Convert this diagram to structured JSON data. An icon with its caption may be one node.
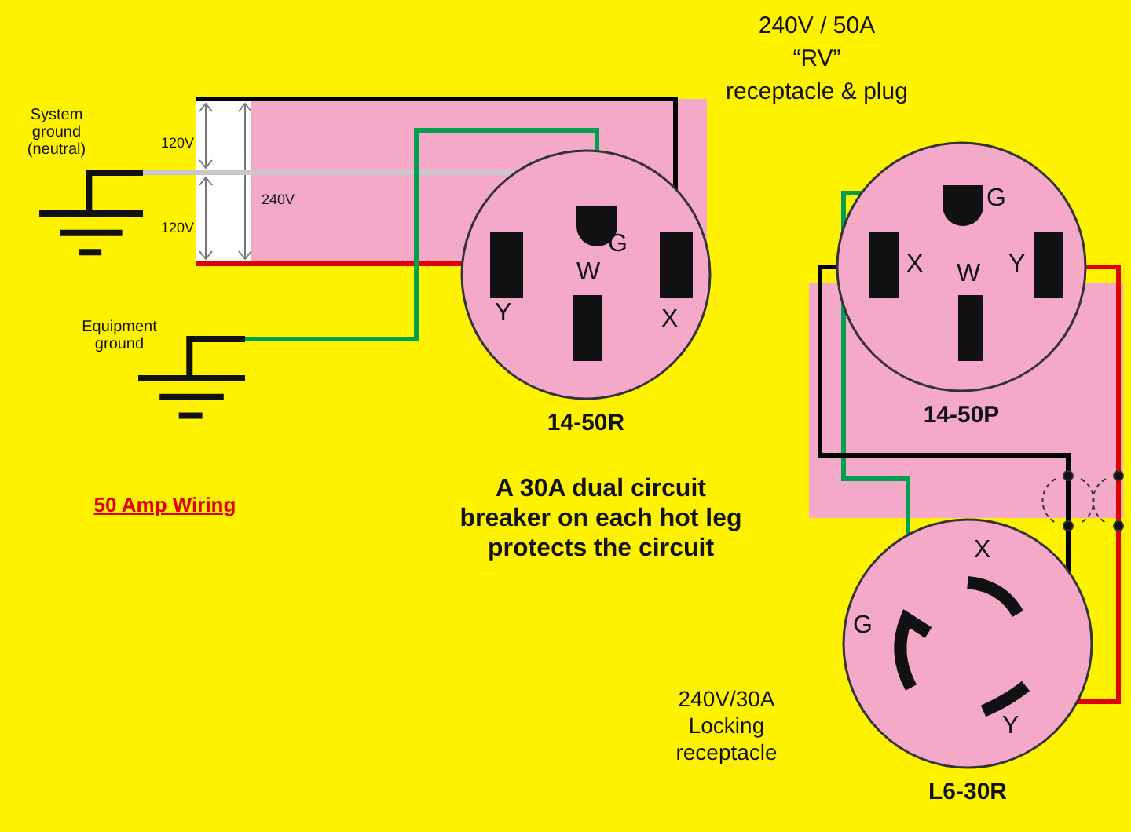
{
  "diagram": {
    "nodes": [
      {
        "text": [],
        "shape": "ground",
        "beside": [
          "System ground (neutral)"
        ]
      },
      {
        "text": [],
        "shape": "ground",
        "beside": [
          "Equipment ground"
        ]
      },
      {
        "text": [
          "14-50R"
        ]
      },
      {
        "text": [],
        "shape": "semicircle",
        "in": 2,
        "beside": [
          "G"
        ]
      },
      {
        "text": [],
        "shape": "bar",
        "in": 2,
        "beside": [
          "W"
        ]
      },
      {
        "text": [],
        "shape": "bar",
        "in": 2,
        "beside": [
          "Y"
        ]
      },
      {
        "text": [],
        "shape": "bar",
        "in": 2,
        "beside": [
          "X"
        ]
      },
      {
        "text": [
          "14-50P"
        ]
      },
      {
        "text": [],
        "shape": "semicircle",
        "in": 7,
        "beside": [
          "G"
        ]
      },
      {
        "text": [],
        "shape": "bar",
        "in": 7,
        "beside": [
          "X"
        ]
      },
      {
        "text": [],
        "shape": "bar",
        "in": 7,
        "beside": [
          "W"
        ]
      },
      {
        "text": [],
        "shape": "bar",
        "in": 7,
        "beside": [
          "Y"
        ]
      },
      {
        "text": [
          "L6-30R"
        ]
      },
      {
        "text": [],
        "shape": "arc",
        "in": 12,
        "beside": [
          "X"
        ]
      },
      {
        "text": [],
        "shape": "arc",
        "in": 12,
        "beside": [
          "G"
        ]
      },
      {
        "text": [],
        "shape": "arc",
        "in": 12,
        "beside": [
          "Y"
        ]
      }
    ],
    "edges": [
      {
        "from": null,
        "to": 6,
        "arrow": "none",
        "color": "#000000"
      },
      {
        "from": 0,
        "to": 4,
        "arrow": "none",
        "color": "#c8c8c8"
      },
      {
        "from": null,
        "to": 5,
        "arrow": "none",
        "color": "#e00000"
      },
      {
        "from": 1,
        "to": 3,
        "arrow": "none",
        "color": "#00a050"
      },
      {
        "from": 8,
        "to": 14,
        "arrow": "none",
        "color": "#00a050"
      },
      {
        "from": 9,
        "to": 13,
        "arrow": "none",
        "color": "#000000"
      },
      {
        "from": 11,
        "to": 15,
        "arrow": "none",
        "color": "#e00000"
      }
    ],
    "labels": [
      "240V / 50A",
      "“RV”",
      "receptacle & plug",
      "120V",
      "240V",
      "120V",
      "50 Amp Wiring",
      "A 30A dual circuit breaker on each hot leg protects the circuit",
      "240V/30A Locking receptacle"
    ]
  }
}
